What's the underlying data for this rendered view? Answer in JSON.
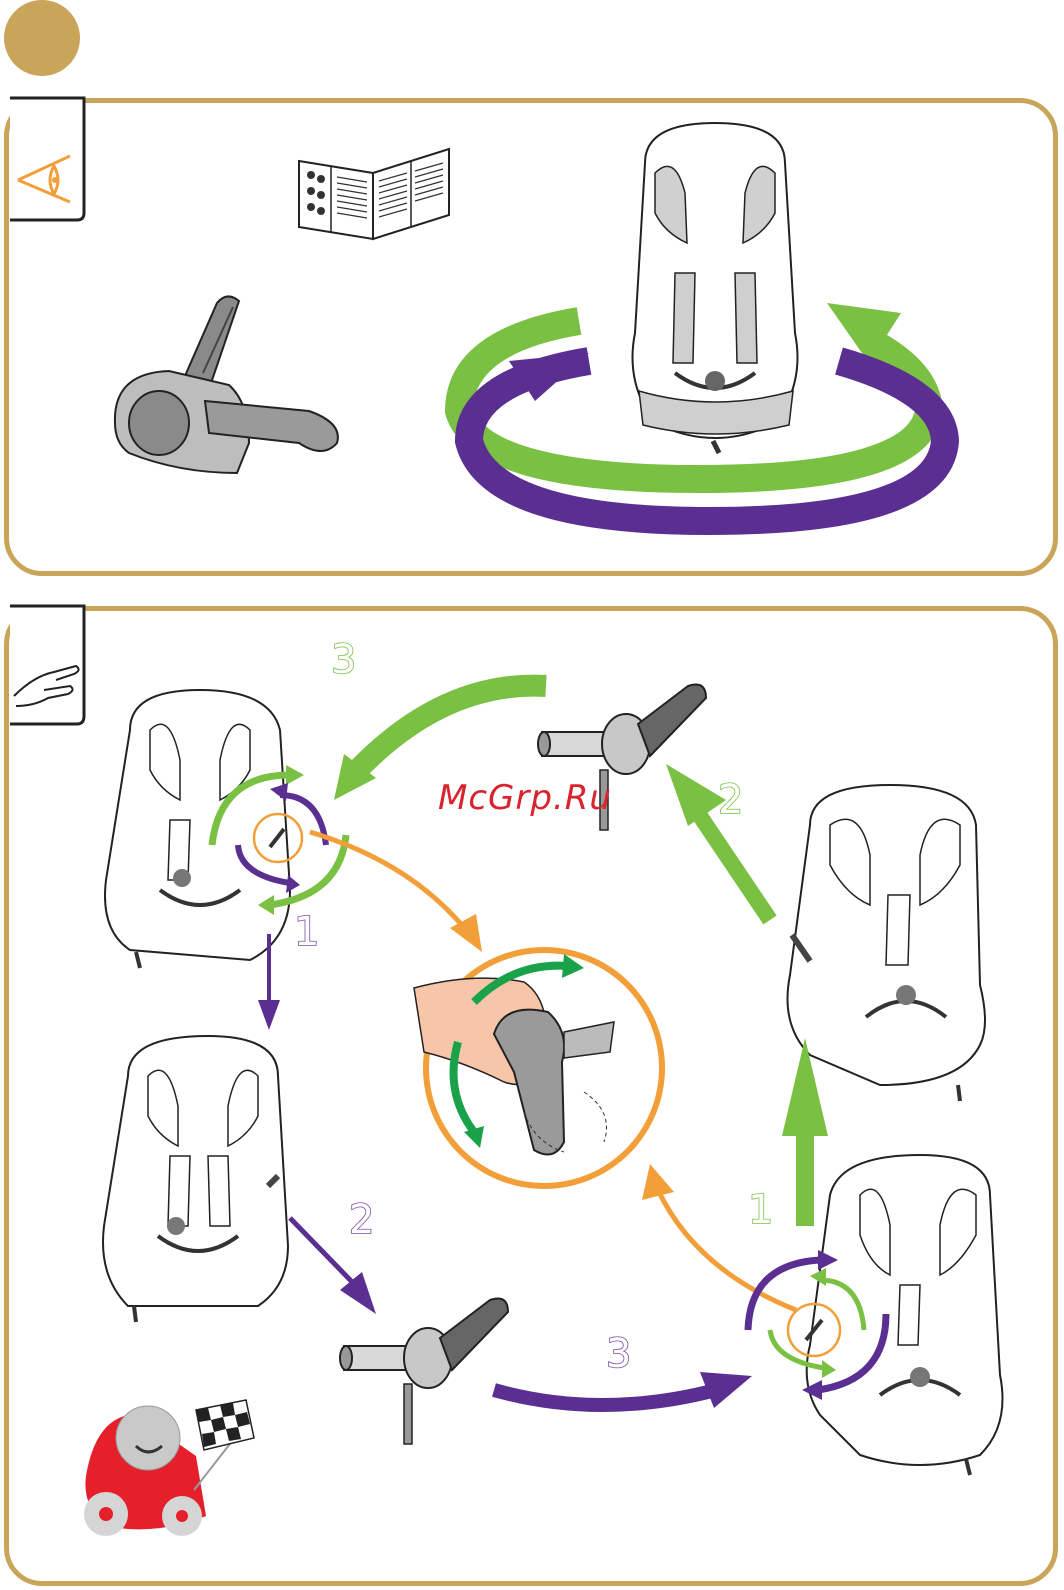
{
  "page": {
    "accent_gold": "#c9a55a",
    "green": "#7ac143",
    "purple": "#5b2e91",
    "orange": "#f29f3a",
    "watermark_red": "#d9232e"
  },
  "header": {
    "badge_icon": "gold-circle-badge"
  },
  "top_panel": {
    "tab_icon": "eye-icon",
    "items": [
      "manual-booklet-icon",
      "adjuster-handle-icon",
      "car-seat-icon",
      "rotation-arrows-icon"
    ]
  },
  "bottom_panel": {
    "tab_icon": "hand-icon",
    "steps": {
      "top_green_3": "3",
      "right_green_2": "2",
      "left_purple_1": "1",
      "left_purple_2": "2",
      "bottom_purple_3": "3",
      "right_green_1": "1"
    },
    "watermark": "McGrp.Ru",
    "mascot_icon": "race-car-mascot-icon"
  }
}
